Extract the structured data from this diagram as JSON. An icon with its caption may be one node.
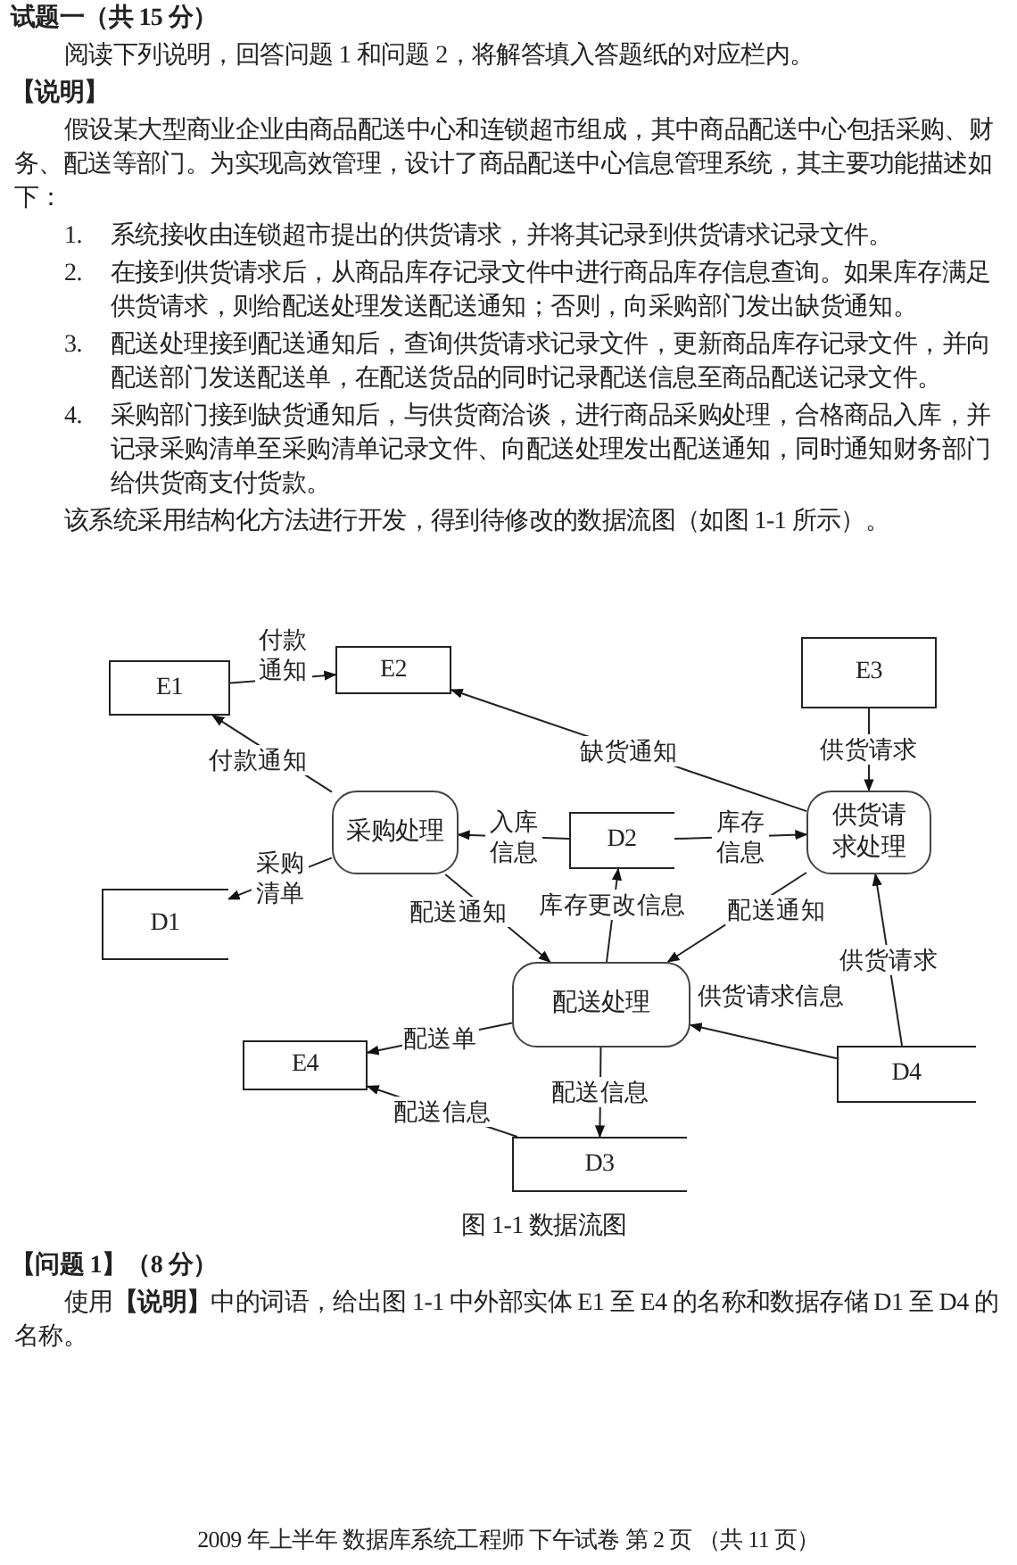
{
  "diagram": {
    "title": "试题一（共 15 分）",
    "caption": "图 1-1 数据流图",
    "nodes": [
      {
        "text": [
          "E1"
        ]
      },
      {
        "text": [
          "E2"
        ]
      },
      {
        "text": [
          "E3"
        ]
      },
      {
        "text": [
          "采购处理"
        ]
      },
      {
        "text": [
          "D2"
        ]
      },
      {
        "text": [
          "供货请求处理"
        ]
      },
      {
        "text": [
          "D1"
        ]
      },
      {
        "text": [
          "配送处理"
        ]
      },
      {
        "text": [
          "E4"
        ]
      },
      {
        "text": [
          "D4"
        ]
      },
      {
        "text": [
          "D3"
        ]
      }
    ],
    "edges": [
      {
        "from": 0,
        "to": 1,
        "arrow": "to",
        "label": "付款通知"
      },
      {
        "from": 5,
        "to": 1,
        "arrow": "to",
        "label": "缺货通知"
      },
      {
        "from": 2,
        "to": 5,
        "arrow": "to",
        "label": "供货请求"
      },
      {
        "from": 3,
        "to": 0,
        "arrow": "to",
        "label": "付款通知"
      },
      {
        "from": 4,
        "to": 3,
        "arrow": "to",
        "label": "入库信息"
      },
      {
        "from": 4,
        "to": 5,
        "arrow": "to",
        "label": "库存信息"
      },
      {
        "from": 3,
        "to": 6,
        "arrow": "to",
        "label": "采购清单"
      },
      {
        "from": 3,
        "to": 7,
        "arrow": "to",
        "label": "配送通知"
      },
      {
        "from": 7,
        "to": 4,
        "arrow": "to",
        "label": "库存更改信息"
      },
      {
        "from": 5,
        "to": 7,
        "arrow": "to",
        "label": "配送通知"
      },
      {
        "from": 9,
        "to": 5,
        "arrow": "to",
        "label": "供货请求"
      },
      {
        "from": 7,
        "to": 8,
        "arrow": "to",
        "label": "配送单"
      },
      {
        "from": 9,
        "to": 7,
        "arrow": "to",
        "label": "供货请求信息"
      },
      {
        "from": 7,
        "to": 10,
        "arrow": "to",
        "label": "配送信息"
      },
      {
        "from": 10,
        "to": 8,
        "arrow": "to",
        "label": "配送信息"
      }
    ],
    "labels": [
      "阅读下列说明，回答问题 1 和问题 2，将解答填入答题纸的对应栏内。",
      "【说明】",
      "假设某大型商业企业由商品配送中心和连锁超市组成，其中商品配送中心包括采购、财务、配送等部门。为实现高效管理，设计了商品配送中心信息管理系统，其主要功能描述如下：",
      "1.",
      "系统接收由连锁超市提出的供货请求，并将其记录到供货请求记录文件。",
      "2.",
      "在接到供货请求后，从商品库存记录文件中进行商品库存信息查询。如果库存满足供货请求，则给配送处理发送配送通知；否则，向采购部门发出缺货通知。",
      "3.",
      "配送处理接到配送通知后，查询供货请求记录文件，更新商品库存记录文件，并向配送部门发送配送单，在配送货品的同时记录配送信息至商品配送记录文件。",
      "4.",
      "采购部门接到缺货通知后，与供货商洽谈，进行商品采购处理，合格商品入库，并记录采购清单至采购清单记录文件、向配送处理发出配送通知，同时通知财务部门给供货商支付货款。",
      "该系统采用结构化方法进行开发，得到待修改的数据流图（如图 1-1 所示）。",
      "【问题 1】（8 分）",
      "使用**【说明】**中的词语，给出图 1-1 中外部实体 E1 至 E4 的名称和数据存储 D1 至 D4 的名称。",
      "2009 年上半年 数据库系统工程师 下午试卷 第 2 页 （共 11 页）"
    ]
  }
}
